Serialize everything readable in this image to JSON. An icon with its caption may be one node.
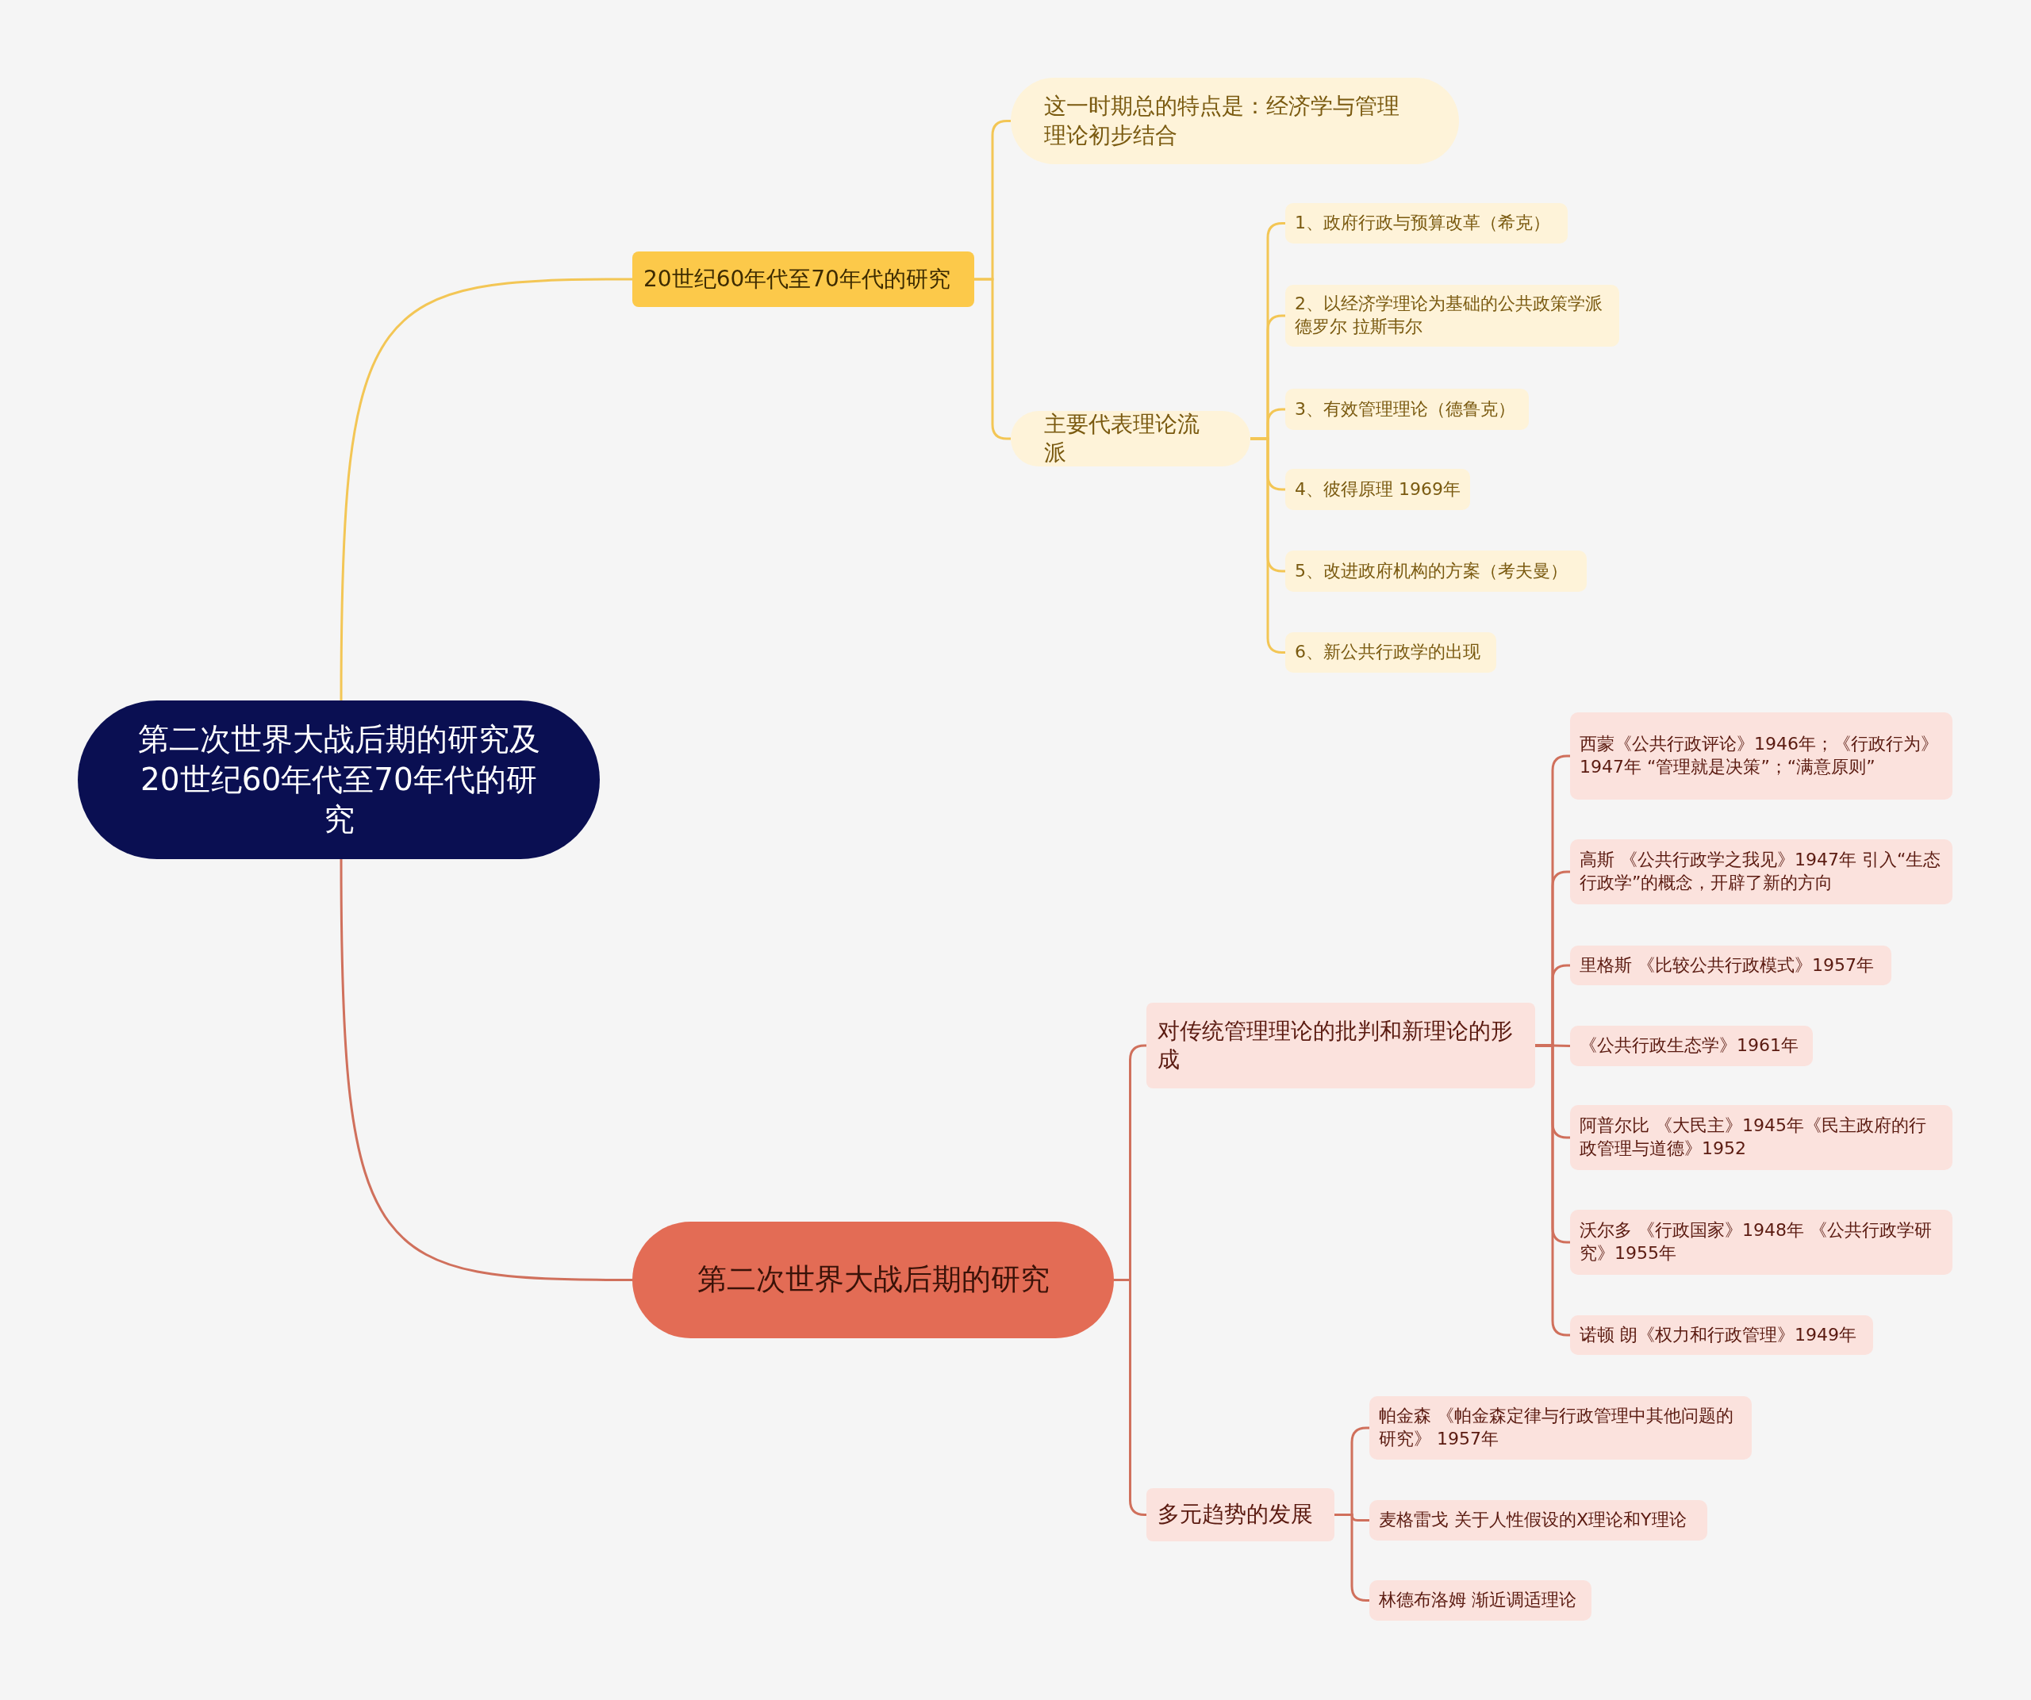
{
  "diagram": {
    "nodes": [
      {
        "text": [
          "第二次世界大战后期的研究及20世纪60年代至70年代的研究"
        ]
      },
      {
        "text": [
          "20世纪60年代至70年代的研究"
        ]
      },
      {
        "text": [
          "这一时期总的特点是：经济学与管理理论初步结合"
        ]
      },
      {
        "text": [
          "主要代表理论流派"
        ]
      },
      {
        "text": [
          "1、政府行政与预算改革（希克）"
        ]
      },
      {
        "text": [
          "2、以经济学理论为基础的公共政策学派德罗尔 拉斯韦尔"
        ]
      },
      {
        "text": [
          "3、有效管理理论（德鲁克）"
        ]
      },
      {
        "text": [
          "4、彼得原理 1969年"
        ]
      },
      {
        "text": [
          "5、改进政府机构的方案（考夫曼）"
        ]
      },
      {
        "text": [
          "6、新公共行政学的出现"
        ]
      },
      {
        "text": [
          "第二次世界大战后期的研究"
        ]
      },
      {
        "text": [
          "对传统管理理论的批判和新理论的形成"
        ]
      },
      {
        "text": [
          "西蒙《公共行政评论》1946年；《行政行为》1947年 “管理就是决策”；“满意原则”"
        ]
      },
      {
        "text": [
          "高斯 《公共行政学之我见》1947年 引入“生态行政学”的概念，开辟了新的方向"
        ]
      },
      {
        "text": [
          "里格斯 《比较公共行政模式》1957年"
        ]
      },
      {
        "text": [
          "《公共行政生态学》1961年"
        ]
      },
      {
        "text": [
          "阿普尔比 《大民主》1945年《民主政府的行政管理与道德》1952"
        ]
      },
      {
        "text": [
          "沃尔多 《行政国家》1948年 《公共行政学研究》1955年"
        ]
      },
      {
        "text": [
          "诺顿 朗《权力和行政管理》1949年"
        ]
      },
      {
        "text": [
          "多元趋势的发展"
        ]
      },
      {
        "text": [
          "帕金森 《帕金森定律与行政管理中其他问题的研究》 1957年"
        ]
      },
      {
        "text": [
          "麦格雷戈 关于人性假设的X理论和Y理论"
        ]
      },
      {
        "text": [
          "林德布洛姆 渐近调适理论"
        ]
      }
    ],
    "edges": [
      {
        "from": 0,
        "to": 1,
        "arrow": "none",
        "color": "#f3c655"
      },
      {
        "from": 1,
        "to": 2,
        "arrow": "none",
        "color": "#f3c655"
      },
      {
        "from": 1,
        "to": 3,
        "arrow": "none",
        "color": "#f3c655"
      },
      {
        "from": 3,
        "to": 4,
        "arrow": "none",
        "color": "#f3c655"
      },
      {
        "from": 3,
        "to": 5,
        "arrow": "none",
        "color": "#f3c655"
      },
      {
        "from": 3,
        "to": 6,
        "arrow": "none",
        "color": "#f3c655"
      },
      {
        "from": 3,
        "to": 7,
        "arrow": "none",
        "color": "#f3c655"
      },
      {
        "from": 3,
        "to": 8,
        "arrow": "none",
        "color": "#f3c655"
      },
      {
        "from": 3,
        "to": 9,
        "arrow": "none",
        "color": "#f3c655"
      },
      {
        "from": 0,
        "to": 10,
        "arrow": "none"
      },
      {
        "from": 10,
        "to": 11,
        "arrow": "none"
      },
      {
        "from": 11,
        "to": 12,
        "arrow": "none"
      },
      {
        "from": 11,
        "to": 13,
        "arrow": "none"
      },
      {
        "from": 11,
        "to": 14,
        "arrow": "none"
      },
      {
        "from": 11,
        "to": 15,
        "arrow": "none"
      },
      {
        "from": 11,
        "to": 16,
        "arrow": "none"
      },
      {
        "from": 11,
        "to": 17,
        "arrow": "none"
      },
      {
        "from": 11,
        "to": 18,
        "arrow": "none"
      },
      {
        "from": 10,
        "to": 19,
        "arrow": "none"
      },
      {
        "from": 19,
        "to": 20,
        "arrow": "none"
      },
      {
        "from": 19,
        "to": 21,
        "arrow": "none"
      },
      {
        "from": 19,
        "to": 22,
        "arrow": "none"
      }
    ]
  }
}
